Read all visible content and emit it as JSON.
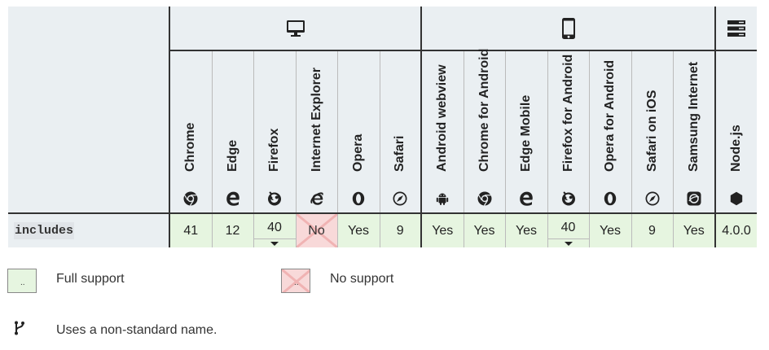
{
  "platforms": [
    {
      "name": "desktop",
      "icon": "desktop-icon"
    },
    {
      "name": "mobile",
      "icon": "mobile-icon"
    },
    {
      "name": "server",
      "icon": "server-icon"
    }
  ],
  "browsers": [
    {
      "label": "Chrome",
      "icon": "chrome-icon"
    },
    {
      "label": "Edge",
      "icon": "edge-icon"
    },
    {
      "label": "Firefox",
      "icon": "firefox-icon"
    },
    {
      "label": "Internet Explorer",
      "icon": "ie-icon"
    },
    {
      "label": "Opera",
      "icon": "opera-icon"
    },
    {
      "label": "Safari",
      "icon": "safari-icon"
    },
    {
      "label": "Android webview",
      "icon": "android-icon"
    },
    {
      "label": "Chrome for Android",
      "icon": "chrome-icon"
    },
    {
      "label": "Edge Mobile",
      "icon": "edge-icon"
    },
    {
      "label": "Firefox for Android",
      "icon": "firefox-icon"
    },
    {
      "label": "Opera for Android",
      "icon": "opera-icon"
    },
    {
      "label": "Safari on iOS",
      "icon": "safari-icon"
    },
    {
      "label": "Samsung Internet",
      "icon": "samsung-icon"
    },
    {
      "label": "Node.js",
      "icon": "nodejs-icon"
    }
  ],
  "feature": {
    "name": "includes",
    "support": [
      "41",
      "12",
      "40",
      "No",
      "Yes",
      "9",
      "Yes",
      "Yes",
      "Yes",
      "40",
      "Yes",
      "9",
      "Yes",
      "4.0.0"
    ]
  },
  "legend": {
    "full_support": "Full support",
    "no_support": "No support",
    "swatch_dots": "..",
    "nonstandard": "Uses a non-standard name."
  },
  "colors": {
    "header_bg": "#eaeff2",
    "full_support_bg": "#e6f5e0",
    "no_support_bg": "#f8d9d9"
  }
}
